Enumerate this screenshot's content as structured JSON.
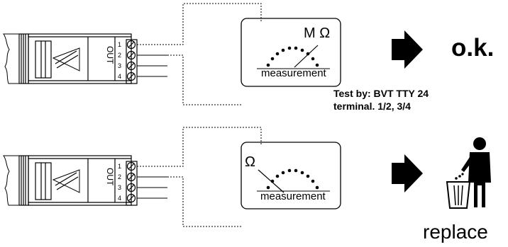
{
  "result_ok": "o.k.",
  "test_line1": "Test by: BVT TTY 24",
  "test_line2": "terminal. 1/2,  3/4",
  "replace_label": "replace",
  "meter_top": {
    "unit": "M Ω",
    "caption": "measurement"
  },
  "meter_bottom": {
    "unit": "Ω",
    "caption": "measurement"
  },
  "module_label": "OUT",
  "terminals": [
    "1",
    "2",
    "3",
    "4"
  ],
  "colors": {
    "stroke": "#000000",
    "background": "#ffffff"
  },
  "icons": [
    "arrow-right-icon",
    "trash-person-icon",
    "ohmmeter-icon"
  ]
}
